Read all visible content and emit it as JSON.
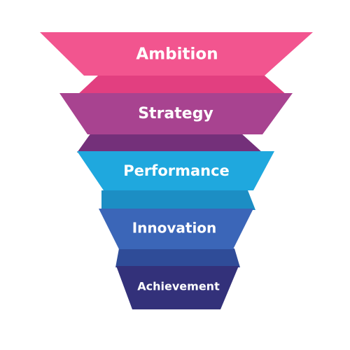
{
  "funnel": {
    "levels": [
      {
        "label": "Ambition",
        "color": "#f2558f",
        "shade": "#e23f80"
      },
      {
        "label": "Strategy",
        "color": "#a84390",
        "shade": "#74307a"
      },
      {
        "label": "Performance",
        "color": "#1fa8de",
        "shade": "#1c8ec4"
      },
      {
        "label": "Innovation",
        "color": "#3b66b8",
        "shade": "#2f4c98"
      },
      {
        "label": "Achievement",
        "color": "#33317a",
        "shade": "#292a66"
      }
    ]
  }
}
